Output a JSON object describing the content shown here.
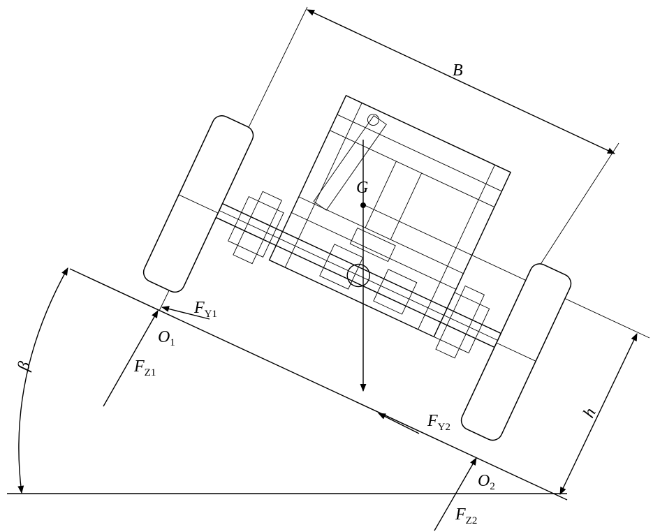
{
  "diagram": {
    "labels": {
      "B": "B",
      "G": "G",
      "h": "h",
      "beta": "β",
      "O1_main": "O",
      "O1_sub": "1",
      "O2_main": "O",
      "O2_sub": "2",
      "FY1_main": "F",
      "FY1_sub": "Y1",
      "FY2_main": "F",
      "FY2_sub": "Y2",
      "FZ1_main": "F",
      "FZ1_sub": "Z1",
      "FZ2_main": "F",
      "FZ2_sub": "Z2"
    }
  }
}
